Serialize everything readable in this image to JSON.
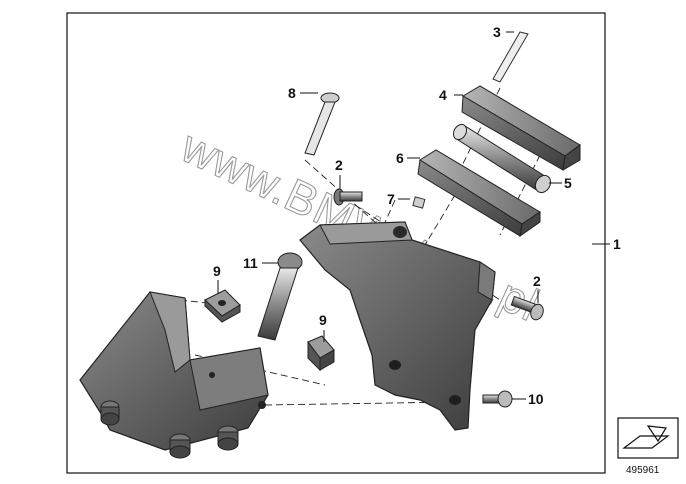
{
  "callouts": {
    "c1": "1",
    "c2a": "2",
    "c2b": "2",
    "c3": "3",
    "c4": "4",
    "c5": "5",
    "c6": "6",
    "c7": "7",
    "c8": "8",
    "c9a": "9",
    "c9b": "9",
    "c10": "10",
    "c11": "11"
  },
  "watermark": "www.BMWstore.pl",
  "diagram_number": "495961",
  "icons": {
    "corner": "next-page-arrow-icon"
  },
  "colors": {
    "part_dark": "#5c5c5c",
    "part_light": "#a8a8a8",
    "line": "#111111"
  }
}
